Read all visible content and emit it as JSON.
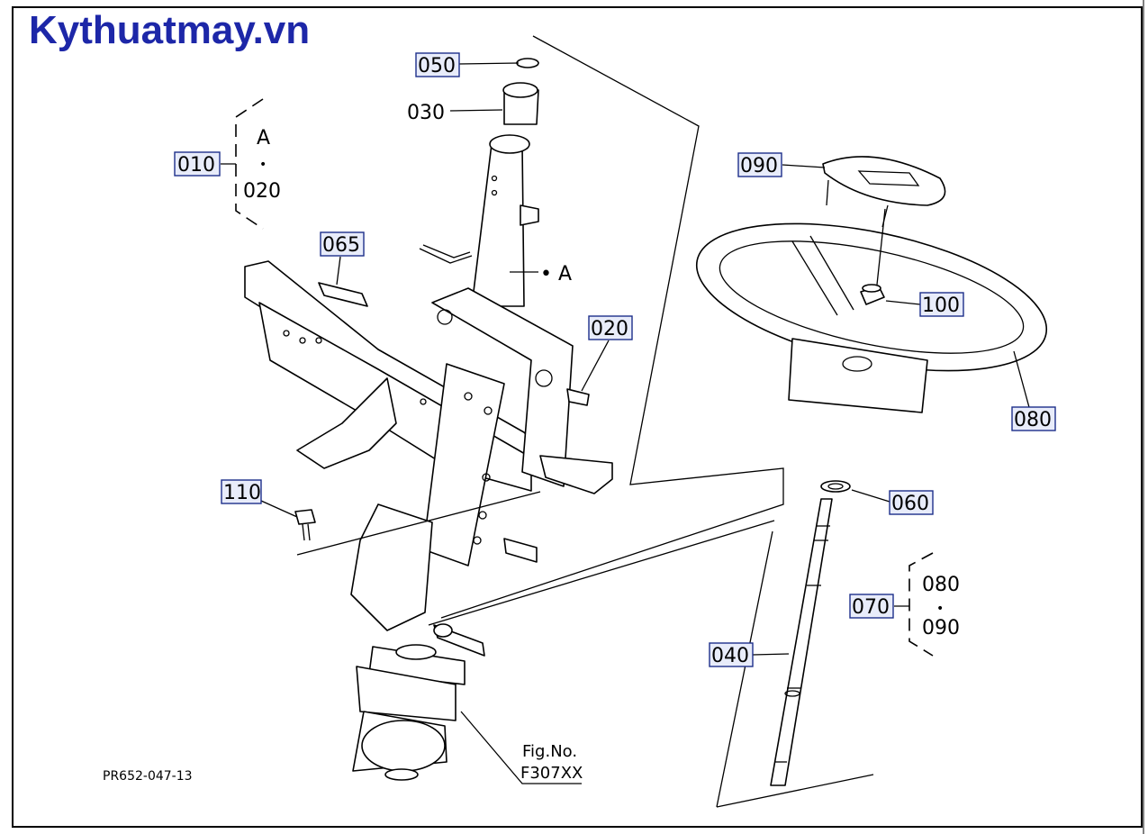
{
  "brand": "Kythuatmay.vn",
  "drawing_code": "PR652-047-13",
  "fig_ref": {
    "line1": "Fig.No.",
    "line2": "F307XX"
  },
  "callouts": {
    "c010": "010",
    "c020": "020",
    "c030": "030",
    "c040": "040",
    "c050": "050",
    "c060": "060",
    "c065": "065",
    "c070": "070",
    "c080": "080",
    "c090": "090",
    "c100": "100",
    "c110": "110"
  },
  "group_010": {
    "top": "A",
    "dot": "•",
    "bottom": "020"
  },
  "group_070": {
    "top": "080",
    "dot": "•",
    "bottom": "090"
  },
  "ref_A": "• A"
}
